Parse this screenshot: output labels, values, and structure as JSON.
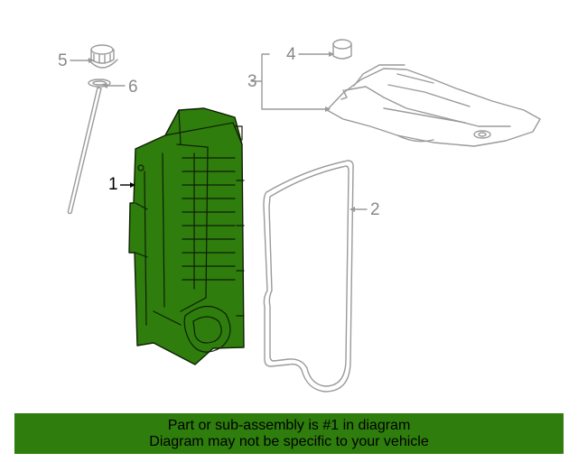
{
  "colors": {
    "highlight": "#2e7d0d",
    "outline": "#9a9a9a",
    "banner": "#2e7d0d"
  },
  "callouts": {
    "part1": "1",
    "part2": "2",
    "part3": "3",
    "part4": "4",
    "part5": "5",
    "part6": "6"
  },
  "banner": {
    "line1": "Part or sub-assembly is #1 in diagram",
    "line2": "Diagram may not be specific to your vehicle"
  }
}
